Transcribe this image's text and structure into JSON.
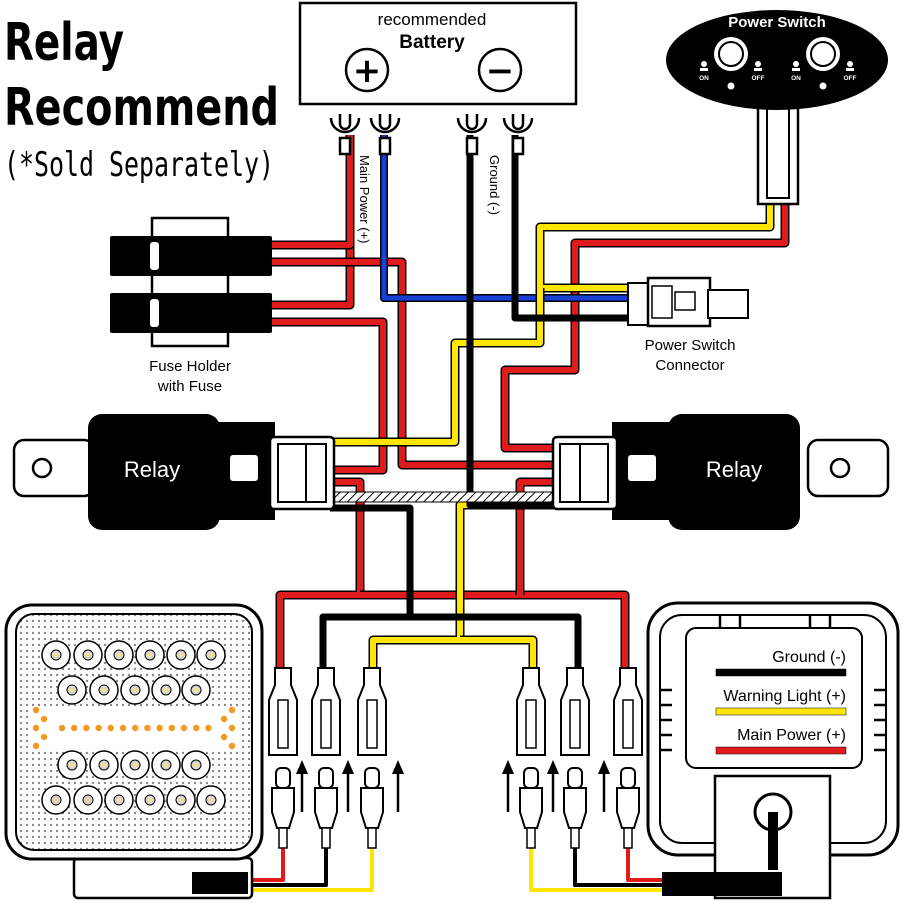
{
  "title": {
    "line1": "Relay",
    "line2": "Recommend",
    "line3": "(*Sold Separately)"
  },
  "battery": {
    "line1": "recommended",
    "line2": "Battery",
    "plus": "+",
    "minus": "−"
  },
  "wire_labels": {
    "main_power": "Main Power (+)",
    "ground": "Ground (-)"
  },
  "power_switch": {
    "title": "Power Switch",
    "on": "ON",
    "off": "OFF"
  },
  "connector": {
    "line1": "Power Switch",
    "line2": "Connector"
  },
  "fuse": {
    "line1": "Fuse Holder",
    "line2": "with Fuse"
  },
  "relay_left": "Relay",
  "relay_right": "Relay",
  "legend": [
    {
      "label": "Ground (-)",
      "color": "#000000"
    },
    {
      "label": "Warning Light (+)",
      "color": "#ffe600"
    },
    {
      "label": "Main Power (+)",
      "color": "#e01b1b"
    }
  ],
  "colors": {
    "red": "#e01b1b",
    "black": "#000000",
    "yellow": "#ffe600",
    "blue": "#1a3fd6",
    "led_amber": "#f39a1e"
  }
}
